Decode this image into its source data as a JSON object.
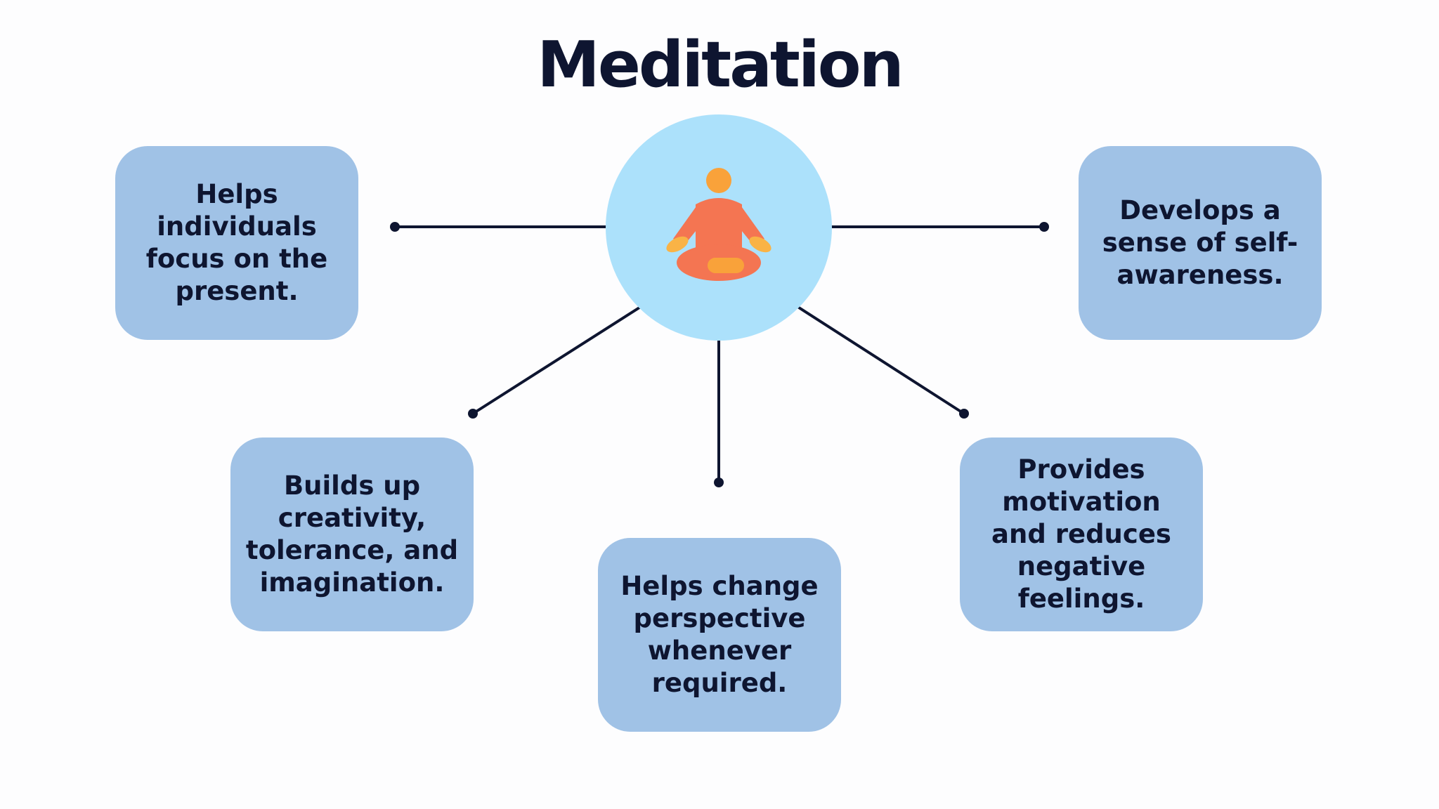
{
  "title": "Meditation",
  "colors": {
    "title": "#0e1530",
    "line": "#0e1530",
    "hub_fill": "#ace1fb",
    "box_fill": "#a0c2e6",
    "figure_body": "#f47552",
    "figure_head": "#f9a23a",
    "figure_feet": "#f9a23a",
    "figure_hands": "#f9b346"
  },
  "hub": {
    "icon": "meditation-figure-icon"
  },
  "benefits": {
    "focus": "Helps individuals focus on the present.",
    "awareness": "Develops a sense of self-awareness.",
    "creativity": "Builds up creativity, tolerance, and imagination.",
    "perspective": "Helps change perspective whenever required.",
    "motivation": "Provides motivation and reduces negative feelings."
  }
}
